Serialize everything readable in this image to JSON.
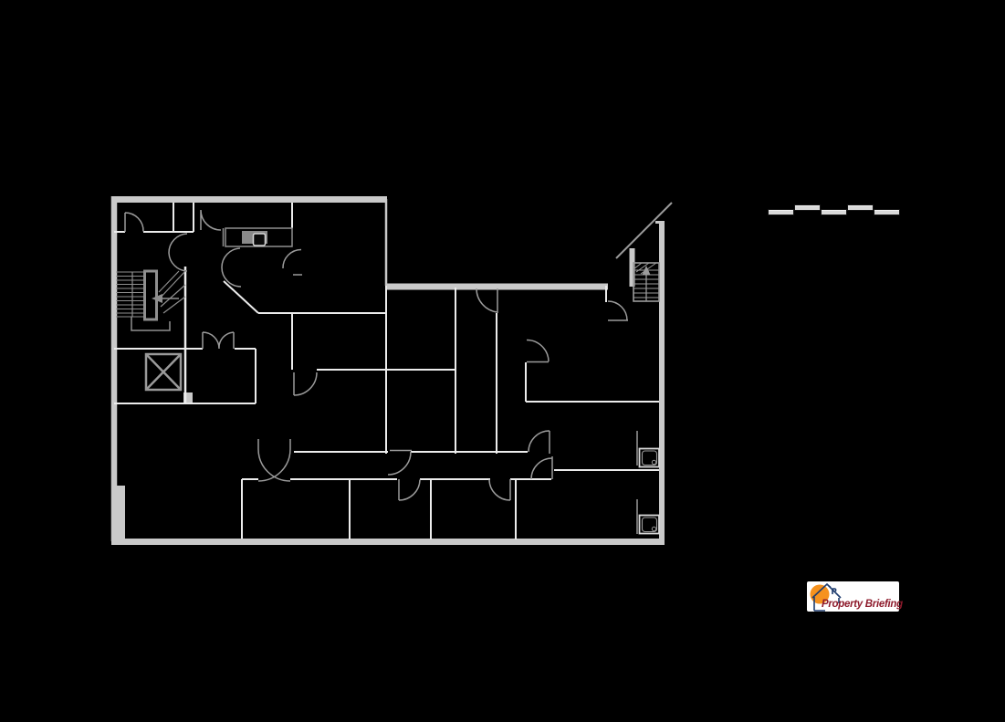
{
  "canvas": {
    "background_color": "#000000"
  },
  "floor_plan": {
    "type": "architectural floor plan, white line work on black",
    "outer_wall_color": "#c9c9c9",
    "interior_wall_color": "#ececec",
    "detail_line_color": "#9b9b9b",
    "elements": [
      {
        "name": "main-staircase",
        "label": "staircase with treads, winders, rail and left-pointing arrow"
      },
      {
        "name": "elevator-shaft",
        "label": "shaft box crossed with X"
      },
      {
        "name": "kitchen-counter",
        "label": "worktop with inset sink bowl"
      },
      {
        "name": "double-swing-doors",
        "label": "double swing door pairs",
        "count": 3
      },
      {
        "name": "single-swing-doors",
        "label": "single swing doors",
        "count": 10
      },
      {
        "name": "entrance-steps",
        "label": "exterior entry steps with up arrow"
      },
      {
        "name": "entrance-ramp",
        "label": "diagonal entry handrail"
      },
      {
        "name": "shower-trays",
        "label": "shower trays with drains",
        "count": 2
      }
    ]
  },
  "scale_bar": {
    "segment_count": 5,
    "pattern": "alternating raised / lowered segments",
    "segment_fill": "#d9d9d9",
    "segment_border": "#141414"
  },
  "logo": {
    "text": "Property Briefing",
    "text_color": "#8e1b2c",
    "sun_color": "#f6921e",
    "house_color": "#1e3c6e",
    "background_color": "#ffffff"
  }
}
